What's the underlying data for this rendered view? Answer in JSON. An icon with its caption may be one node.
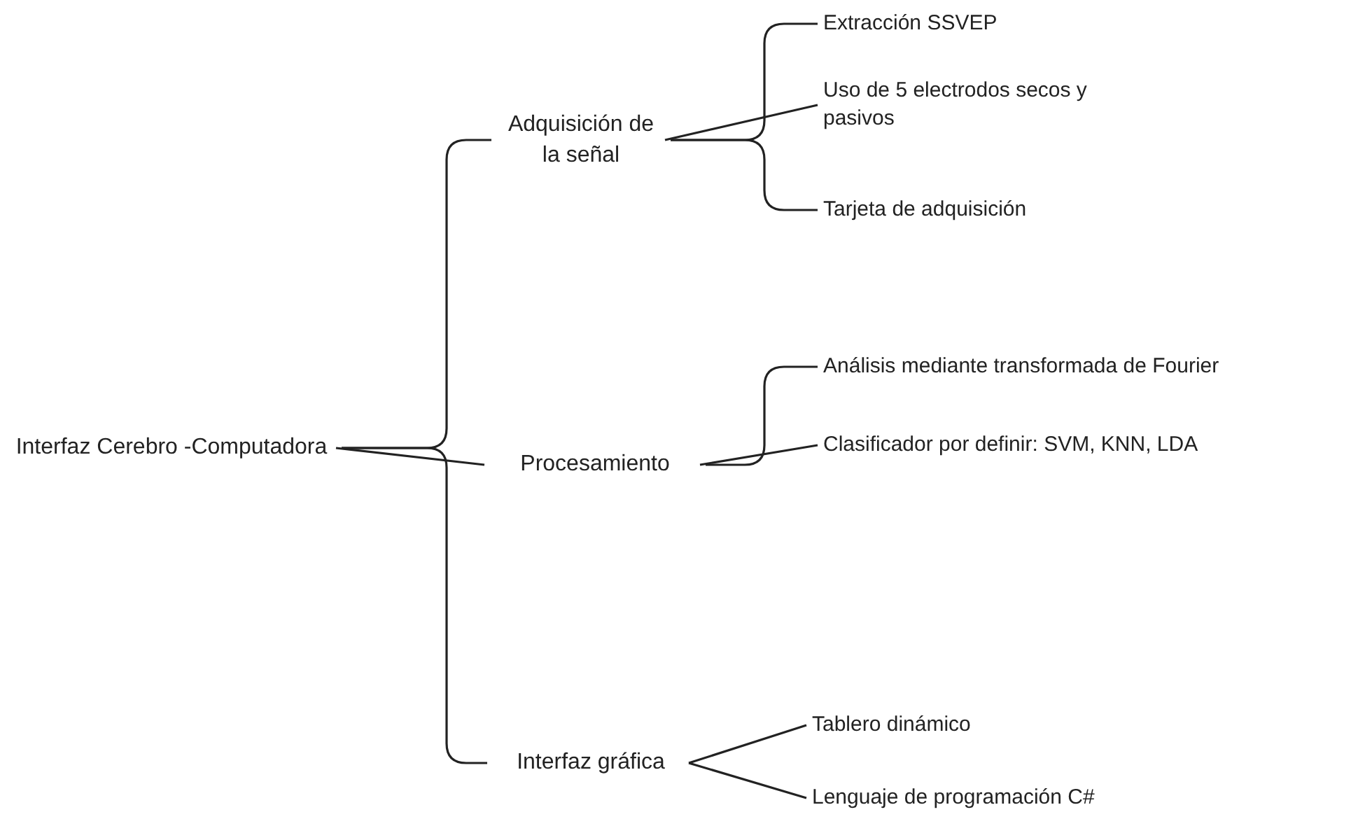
{
  "diagram": {
    "nodes": [
      {
        "text": [
          "Interfaz Cerebro -Computadora"
        ]
      },
      {
        "text": [
          "Adquisición de la señal"
        ]
      },
      {
        "text": [
          "Extracción SSVEP"
        ]
      },
      {
        "text": [
          "Uso de 5 electrodos secos y pasivos"
        ]
      },
      {
        "text": [
          "Tarjeta de adquisición"
        ]
      },
      {
        "text": [
          "Procesamiento"
        ]
      },
      {
        "text": [
          "Análisis mediante transformada de Fourier"
        ]
      },
      {
        "text": [
          "Clasificador por definir: SVM, KNN, LDA"
        ]
      },
      {
        "text": [
          "Interfaz gráfica"
        ]
      },
      {
        "text": [
          "Tablero dinámico"
        ]
      },
      {
        "text": [
          "Lenguaje de programación C#"
        ]
      }
    ],
    "edges": [
      {
        "from": 0,
        "to": 1,
        "arrow": "none"
      },
      {
        "from": 0,
        "to": 5,
        "arrow": "none"
      },
      {
        "from": 0,
        "to": 8,
        "arrow": "none"
      },
      {
        "from": 1,
        "to": 2,
        "arrow": "none"
      },
      {
        "from": 1,
        "to": 3,
        "arrow": "none"
      },
      {
        "from": 1,
        "to": 4,
        "arrow": "none"
      },
      {
        "from": 5,
        "to": 6,
        "arrow": "none"
      },
      {
        "from": 5,
        "to": 7,
        "arrow": "none"
      },
      {
        "from": 8,
        "to": 9,
        "arrow": "none"
      },
      {
        "from": 8,
        "to": 10,
        "arrow": "none"
      }
    ]
  }
}
